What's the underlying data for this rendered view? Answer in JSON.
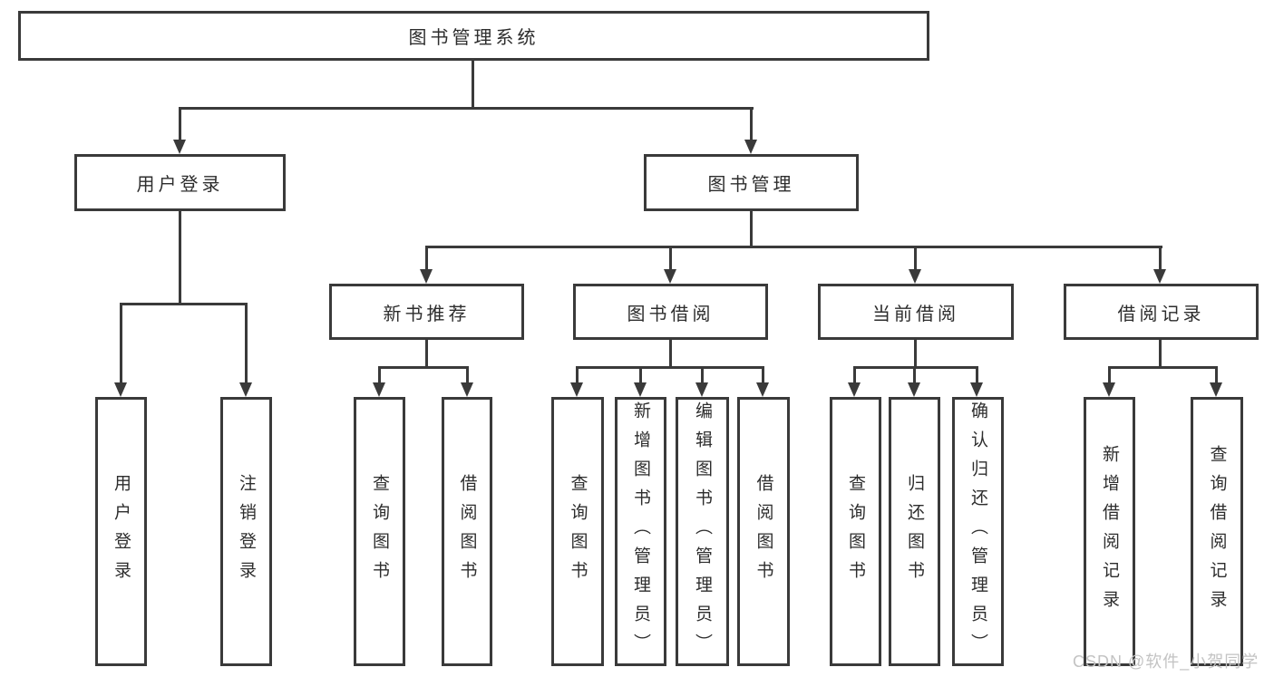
{
  "tree": {
    "root": {
      "label": "图书管理系统"
    },
    "children": [
      {
        "label": "用户登录",
        "children": [
          {
            "label": "用户登录"
          },
          {
            "label": "注销登录"
          }
        ]
      },
      {
        "label": "图书管理",
        "children": [
          {
            "label": "新书推荐",
            "children": [
              {
                "label": "查询图书"
              },
              {
                "label": "借阅图书"
              }
            ]
          },
          {
            "label": "图书借阅",
            "children": [
              {
                "label": "查询图书"
              },
              {
                "label": "新增图书（管理员）"
              },
              {
                "label": "编辑图书（管理员）"
              },
              {
                "label": "借阅图书"
              }
            ]
          },
          {
            "label": "当前借阅",
            "children": [
              {
                "label": "查询图书"
              },
              {
                "label": "归还图书"
              },
              {
                "label": "确认归还（管理员）"
              }
            ]
          },
          {
            "label": "借阅记录",
            "children": [
              {
                "label": "新增借阅记录"
              },
              {
                "label": "查询借阅记录"
              }
            ]
          }
        ]
      }
    ]
  },
  "watermark": {
    "text": "CSDN @软件_小贺同学",
    "color": "#c3c3c3"
  },
  "colors": {
    "line": "#3a3a3a",
    "box_border": "#3a3a3a",
    "box_fill": "#ffffff",
    "text": "#2d2d2d",
    "background": "#ffffff"
  }
}
